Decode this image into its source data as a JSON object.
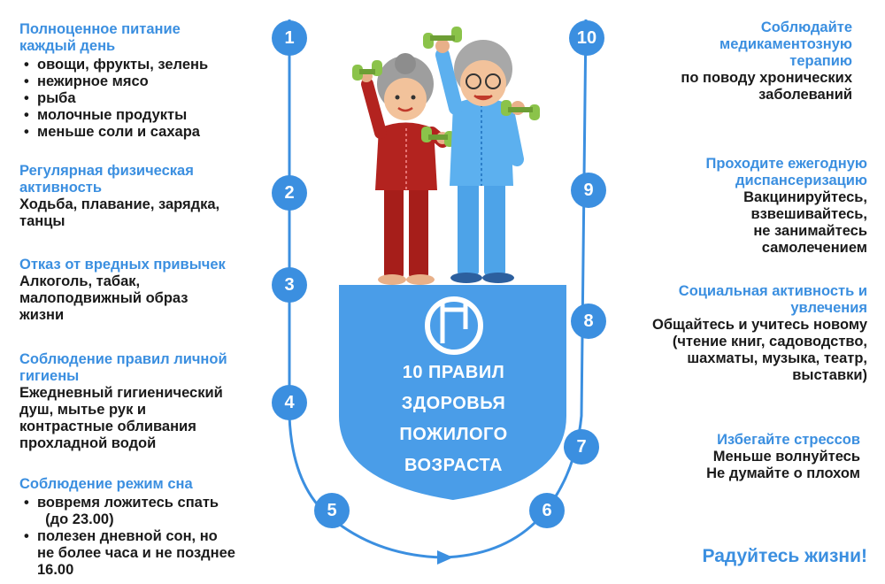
{
  "title_lines": [
    "10 ПРАВИЛ",
    "ЗДОРОВЬЯ",
    "ПОЖИЛОГО",
    "ВОЗРАСТА"
  ],
  "rules": [
    {
      "number": "1",
      "title_lines": [
        "Полноценное питание",
        "каждый день"
      ],
      "bullets": [
        "овощи, фрукты, зелень",
        "нежирное мясо",
        "рыба",
        "молочные продукты",
        "меньше соли и сахара"
      ]
    },
    {
      "number": "2",
      "title_lines": [
        "Регулярная физическая",
        "активность"
      ],
      "text_lines": [
        "Ходьба, плавание, зарядка,",
        "танцы"
      ]
    },
    {
      "number": "3",
      "title_lines": [
        "Отказ от вредных привычек"
      ],
      "text_lines": [
        "Алкоголь, табак,",
        "малоподвижный образ",
        "жизни"
      ]
    },
    {
      "number": "4",
      "title_lines": [
        "Соблюдение правил личной",
        "гигиены"
      ],
      "text_lines": [
        "Ежедневный гигиенический",
        "душ, мытье рук и",
        "контрастные обливания",
        "прохладной водой"
      ]
    },
    {
      "number": "5",
      "title_lines": [
        "Соблюдение режим сна"
      ],
      "bullets": [
        [
          "вовремя ложитесь спать",
          "  (до 23.00)"
        ],
        [
          "полезен дневной сон, но",
          "не более часа и не позднее",
          "16.00"
        ]
      ]
    },
    {
      "number": "6",
      "title_lines": [
        "Радуйтесь жизни!"
      ]
    },
    {
      "number": "7",
      "title_lines": [
        "Избегайте стрессов"
      ],
      "text_lines": [
        "Меньше волнуйтесь",
        "Не думайте о плохом"
      ]
    },
    {
      "number": "8",
      "title_lines": [
        "Социальная активность и",
        "увлечения"
      ],
      "text_lines": [
        "Общайтесь и учитесь новому",
        "(чтение книг, садоводство,",
        "шахматы, музыка, театр,",
        "выставки)"
      ]
    },
    {
      "number": "9",
      "title_lines": [
        "Проходите ежегодную",
        "диспансеризацию"
      ],
      "text_lines": [
        "Вакцинируйтесь,",
        "взвешивайтесь,",
        "не занимайтесь",
        "самолечением"
      ]
    },
    {
      "number": "10",
      "title_lines": [
        "Соблюдайте",
        "медикаментозную",
        "терапию"
      ],
      "text_lines": [
        "по поводу хронических",
        "заболеваний"
      ]
    }
  ],
  "colors": {
    "accent": "#3b8fe0",
    "text": "#1a1a1a",
    "woman_suit": "#b3231f",
    "man_suit": "#4da3e8",
    "dumbbell": "#8bc34a"
  },
  "icons": [
    "logo-icon",
    "elderly-woman-icon",
    "elderly-man-icon",
    "dumbbell-icon"
  ]
}
